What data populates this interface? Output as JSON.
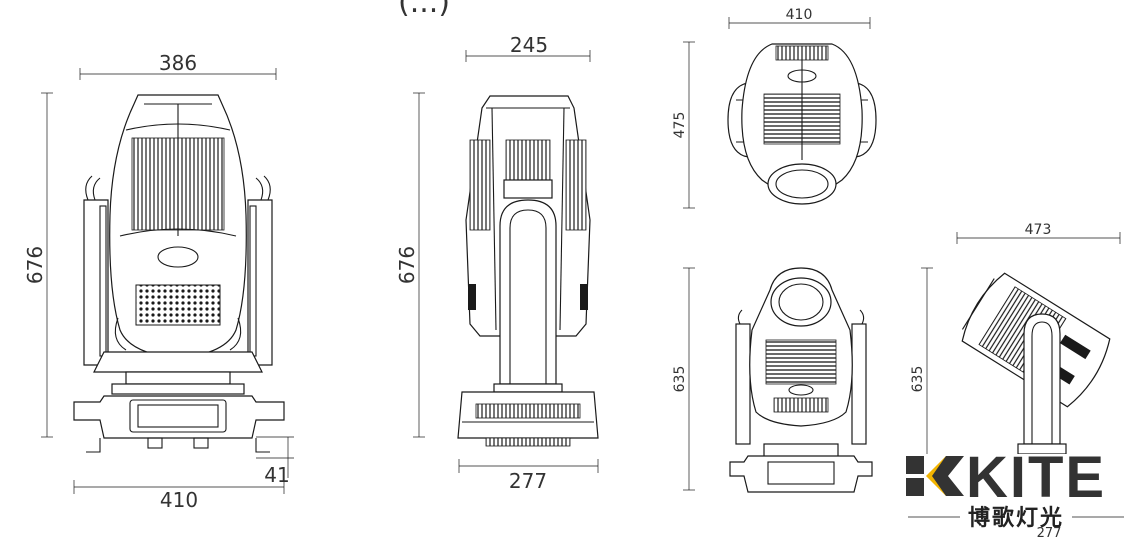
{
  "title_fragment": "(...)",
  "views": {
    "front": {
      "width": "386",
      "height": "676",
      "base_width": "410",
      "foot_height": "41"
    },
    "side": {
      "width": "245",
      "height": "676",
      "base_width": "277"
    },
    "top": {
      "width": "410",
      "height": "475"
    },
    "rear": {
      "height": "635"
    },
    "tilted": {
      "width": "473",
      "height": "635",
      "base_width": "277"
    }
  },
  "brand": {
    "name": "KITE",
    "subtitle": "博歌灯光",
    "accent_color": "#f2b400",
    "dark_color": "#333333"
  },
  "colors": {
    "line": "#1a1a1a",
    "foot_accent": "#2ca02c"
  }
}
